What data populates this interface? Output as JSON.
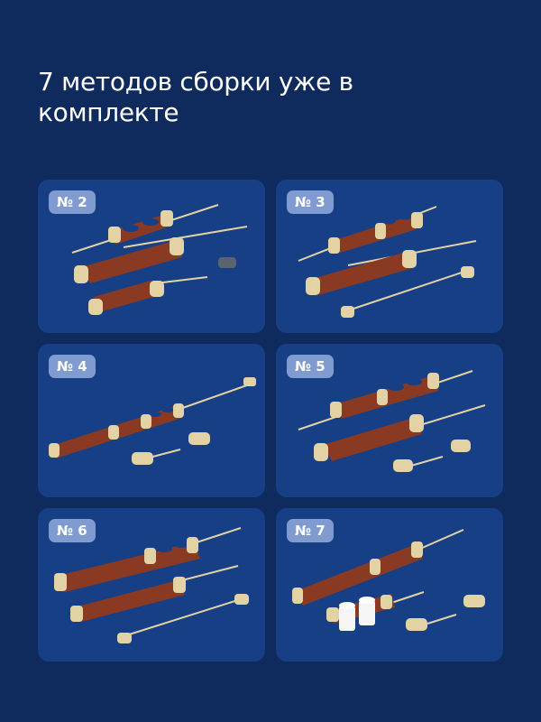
{
  "title": "7 методов сборки уже в комплекте",
  "colors": {
    "background": "#0f2a5c",
    "card": "#163f85",
    "badge": "#7f9bd0",
    "wood": "#8a3a22",
    "brass": "#e3d3a4"
  },
  "cards": [
    {
      "label": "№ 2"
    },
    {
      "label": "№ 3"
    },
    {
      "label": "№ 4"
    },
    {
      "label": "№ 5"
    },
    {
      "label": "№ 6"
    },
    {
      "label": "№ 7"
    }
  ]
}
